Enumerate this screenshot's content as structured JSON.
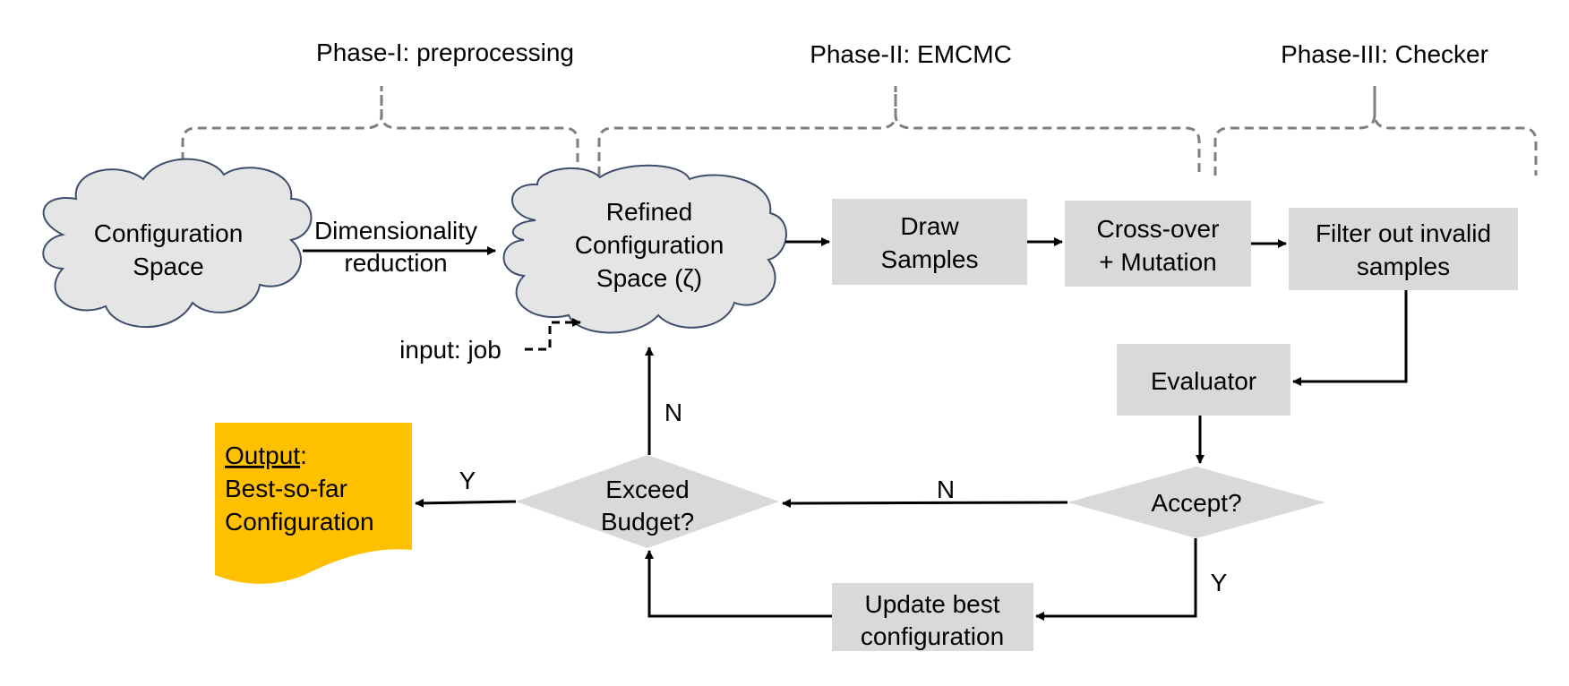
{
  "phases": {
    "phase1": "Phase-I: preprocessing",
    "phase2": "Phase-II: EMCMC",
    "phase3": "Phase-III: Checker"
  },
  "nodes": {
    "config_space": [
      "Configuration",
      "Space"
    ],
    "dim_reduction": [
      "Dimensionality",
      "reduction"
    ],
    "refined_space": [
      "Refined",
      "Configuration",
      "Space (ζ)"
    ],
    "input_job": "input: job",
    "draw_samples": [
      "Draw",
      "Samples"
    ],
    "crossover": [
      "Cross-over",
      "+ Mutation"
    ],
    "filter": [
      "Filter out invalid",
      "samples"
    ],
    "evaluator": "Evaluator",
    "accept": "Accept?",
    "exceed_budget": [
      "Exceed",
      "Budget?"
    ],
    "update_best": [
      "Update best",
      "configuration"
    ],
    "output_title": "Output",
    "output_colon": ":",
    "output_lines": [
      "Best-so-far",
      "Configuration"
    ]
  },
  "edge_labels": {
    "exceed_no": "N",
    "exceed_yes": "Y",
    "accept_no": "N",
    "accept_yes": "Y"
  },
  "colors": {
    "box_fill": "#d9d9d9",
    "cloud_fill": "#e5e5e5",
    "output_fill": "#ffc000",
    "brace_stroke": "#7f7f7f"
  }
}
